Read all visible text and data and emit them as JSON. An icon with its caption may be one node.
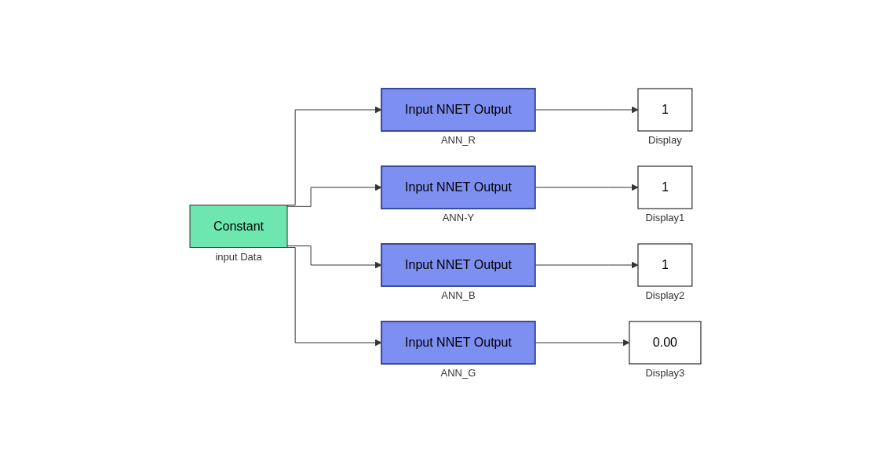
{
  "diagram": {
    "nodes": [
      {
        "text": [
          "Constant"
        ],
        "beside": [
          "input Data"
        ]
      },
      {
        "text": [
          "Input",
          "NNET",
          "Output"
        ],
        "beside": [
          "ANN_R"
        ]
      },
      {
        "text": [
          "Input",
          "NNET",
          "Output"
        ],
        "beside": [
          "ANN-Y"
        ]
      },
      {
        "text": [
          "Input",
          "NNET",
          "Output"
        ],
        "beside": [
          "ANN_B"
        ]
      },
      {
        "text": [
          "Input",
          "NNET",
          "Output"
        ],
        "beside": [
          "ANN_G"
        ]
      },
      {
        "text": [
          "1"
        ],
        "beside": [
          "Display"
        ]
      },
      {
        "text": [
          "1"
        ],
        "beside": [
          "Display1"
        ]
      },
      {
        "text": [
          "1"
        ],
        "beside": [
          "Display2"
        ]
      },
      {
        "text": [
          "0.00"
        ],
        "beside": [
          "Display3"
        ]
      }
    ],
    "edges": [
      {
        "from": 0,
        "to": 1,
        "arrow": "to"
      },
      {
        "from": 0,
        "to": 2,
        "arrow": "to"
      },
      {
        "from": 0,
        "to": 3,
        "arrow": "to"
      },
      {
        "from": 0,
        "to": 4,
        "arrow": "to"
      },
      {
        "from": 1,
        "to": 5,
        "arrow": "to"
      },
      {
        "from": 2,
        "to": 6,
        "arrow": "to"
      },
      {
        "from": 3,
        "to": 7,
        "arrow": "to"
      },
      {
        "from": 4,
        "to": 8,
        "arrow": "to"
      }
    ]
  }
}
